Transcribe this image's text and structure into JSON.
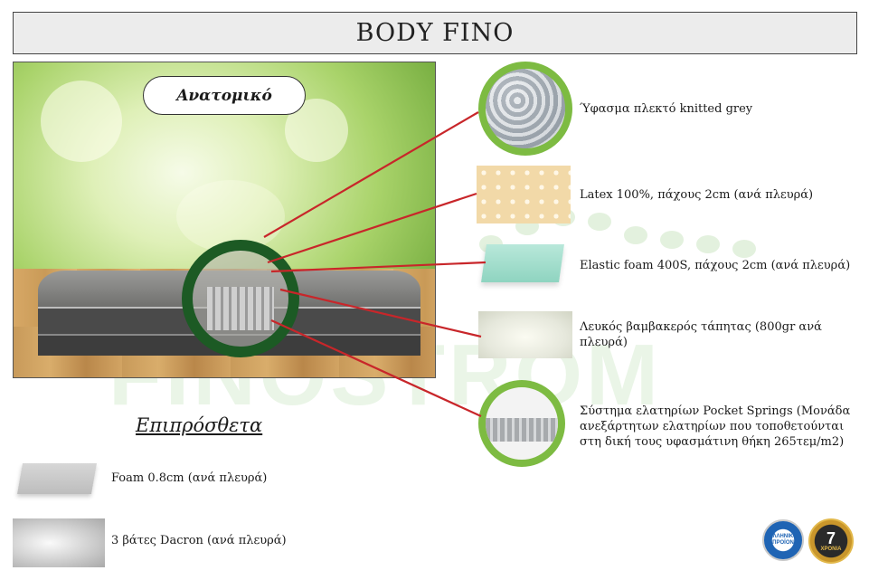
{
  "page": {
    "title": "BODY FINO"
  },
  "photo": {
    "badge_label": "Ανατομικό"
  },
  "layers": [
    {
      "icon": "knitted-fabric-icon",
      "text": "Ύφασμα πλεκτό knitted grey"
    },
    {
      "icon": "latex-icon",
      "text": "Latex 100%, πάχους 2cm (ανά πλευρά)"
    },
    {
      "icon": "elastic-foam-icon",
      "text": "Elastic foam 400S, πάχους 2cm (ανά πλευρά)"
    },
    {
      "icon": "cotton-pad-icon",
      "text": "Λευκός βαμβακερός τάπητας (800gr ανά πλευρά)"
    },
    {
      "icon": "pocket-springs-icon",
      "text": "Σύστημα ελατηρίων Pocket Springs (Μονάδα ανεξάρτητων ελατηρίων που τοποθετούνται στη δική τους υφασμάτινη θήκη 265τεμ/m2)"
    }
  ],
  "extras": {
    "title": "Επιπρόσθετα",
    "items": [
      {
        "icon": "foam-icon",
        "text": "Foam 0.8cm (ανά πλευρά)"
      },
      {
        "icon": "dacron-icon",
        "text": "3 βάτες Dacron (ανά πλευρά)"
      }
    ]
  },
  "badges": {
    "greek_product_text": "ΕΛΛΗΝΙΚΟ ΠΡΟΪΟΝ",
    "warranty_number": "7",
    "warranty_label": "ΧΡΟΝΙΑ"
  },
  "watermark": "FINOSTROM",
  "colors": {
    "accent_green": "#7dbb42",
    "dark_green_ring": "#1c5a24",
    "connector_red": "#c8262a"
  }
}
